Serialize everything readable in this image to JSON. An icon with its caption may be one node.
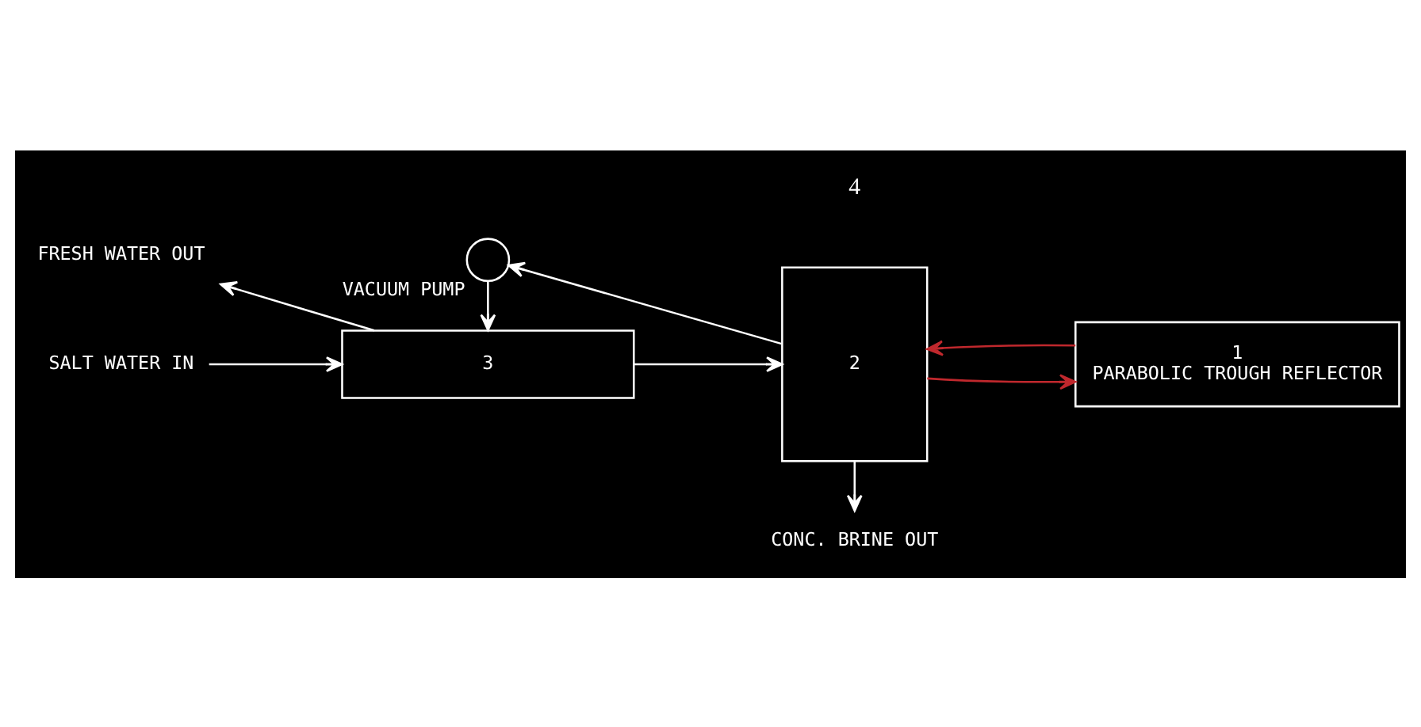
{
  "diagram": {
    "nodes": [
      {
        "text": [],
        "shape": "circle",
        "beside": [
          "VACUUM PUMP"
        ]
      },
      {
        "text": [
          "2"
        ]
      },
      {
        "text": [
          "3"
        ]
      },
      {
        "text": [
          "1",
          "PARABOLIC TROUGH REFLECTOR"
        ]
      },
      {
        "text": [
          "FRESH WATER OUT"
        ]
      },
      {
        "text": [
          "SALT WATER IN"
        ]
      },
      {
        "text": [
          "CONC. BRINE OUT"
        ]
      }
    ],
    "edges": [
      {
        "from": 1,
        "to": 0,
        "arrow": "to"
      },
      {
        "from": 0,
        "to": 2,
        "arrow": "to"
      },
      {
        "from": 2,
        "to": 4,
        "arrow": "to"
      },
      {
        "from": 5,
        "to": 2,
        "arrow": "to"
      },
      {
        "from": 2,
        "to": 1,
        "arrow": "to"
      },
      {
        "from": 1,
        "to": 6,
        "arrow": "to"
      },
      {
        "from": 1,
        "to": 3,
        "arrow": "to",
        "color": "#c0282d"
      },
      {
        "from": 3,
        "to": 1,
        "arrow": "to",
        "color": "#c0282d"
      }
    ],
    "labels": [
      "4"
    ]
  }
}
